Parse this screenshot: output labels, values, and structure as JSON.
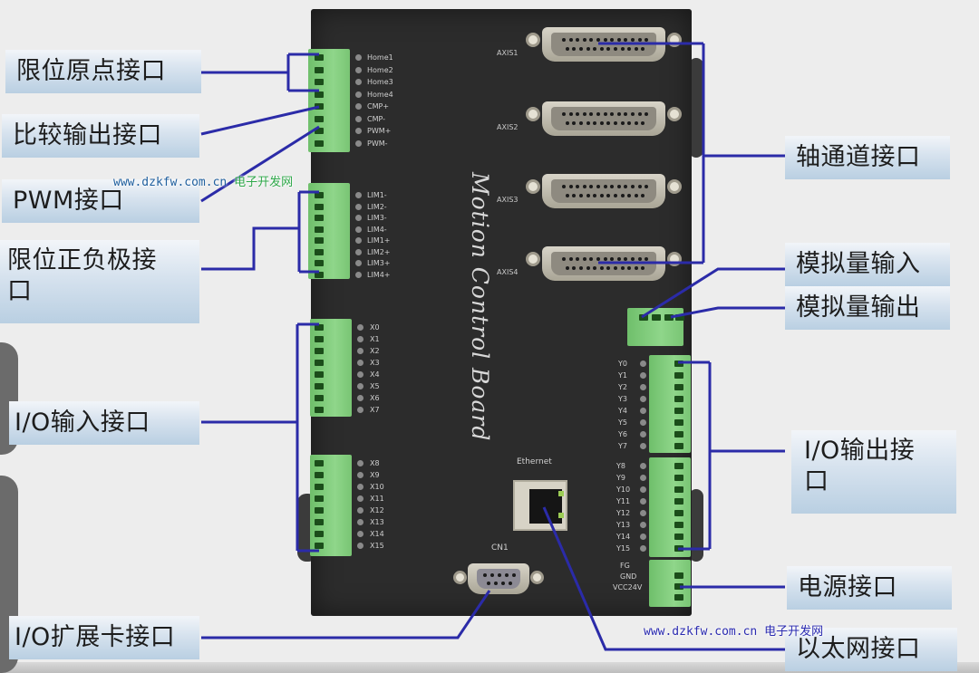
{
  "board": {
    "title": "Motion Control Board",
    "home_terminal": {
      "pins": [
        "Home1",
        "Home2",
        "Home3",
        "Home4",
        "CMP+",
        "CMP-",
        "PWM+",
        "PWM-"
      ]
    },
    "limit_terminal": {
      "pins": [
        "LIM1-",
        "LIM2-",
        "LIM3-",
        "LIM4-",
        "LIM1+",
        "LIM2+",
        "LIM3+",
        "LIM4+"
      ]
    },
    "input_terminal_1": {
      "pins": [
        "X0",
        "X1",
        "X2",
        "X3",
        "X4",
        "X5",
        "X6",
        "X7"
      ]
    },
    "input_terminal_2": {
      "pins": [
        "X8",
        "X9",
        "X10",
        "X11",
        "X12",
        "X13",
        "X14",
        "X15"
      ]
    },
    "output_terminal_1": {
      "pins": [
        "Y0",
        "Y1",
        "Y2",
        "Y3",
        "Y4",
        "Y5",
        "Y6",
        "Y7"
      ]
    },
    "output_terminal_2": {
      "pins": [
        "Y8",
        "Y9",
        "Y10",
        "Y11",
        "Y12",
        "Y13",
        "Y14",
        "Y15"
      ]
    },
    "power_terminal": {
      "pins": [
        "FG",
        "GND",
        "VCC24V"
      ]
    },
    "axis_ports": [
      "AXIS1",
      "AXIS2",
      "AXIS3",
      "AXIS4"
    ],
    "ethernet_label": "Ethernet",
    "cn1_label": "CN1"
  },
  "callouts": {
    "left": [
      {
        "id": "home",
        "text": "限位原点接口"
      },
      {
        "id": "compare",
        "text": "比较输出接口"
      },
      {
        "id": "pwm",
        "text": "PWM接口"
      },
      {
        "id": "limit",
        "text": "限位正负极接口"
      },
      {
        "id": "io-input",
        "text": "I/O输入接口"
      },
      {
        "id": "io-expansion",
        "text": "I/O扩展卡接口"
      }
    ],
    "right": [
      {
        "id": "axis",
        "text": "轴通道接口"
      },
      {
        "id": "analog-in",
        "text": "模拟量输入"
      },
      {
        "id": "analog-out",
        "text": "模拟量输出"
      },
      {
        "id": "io-output",
        "text": "I/O输出接口"
      },
      {
        "id": "power",
        "text": "电源接口"
      },
      {
        "id": "ethernet",
        "text": "以太网接口"
      }
    ]
  },
  "watermark": {
    "url": "www.dzkfw.com.cn",
    "name": "电子开发网"
  },
  "colors": {
    "leader_line": "#2b2ba8",
    "terminal_green": "#7fcb7a",
    "board": "#2c2c2c",
    "label_bg": "#c4d6e8"
  }
}
